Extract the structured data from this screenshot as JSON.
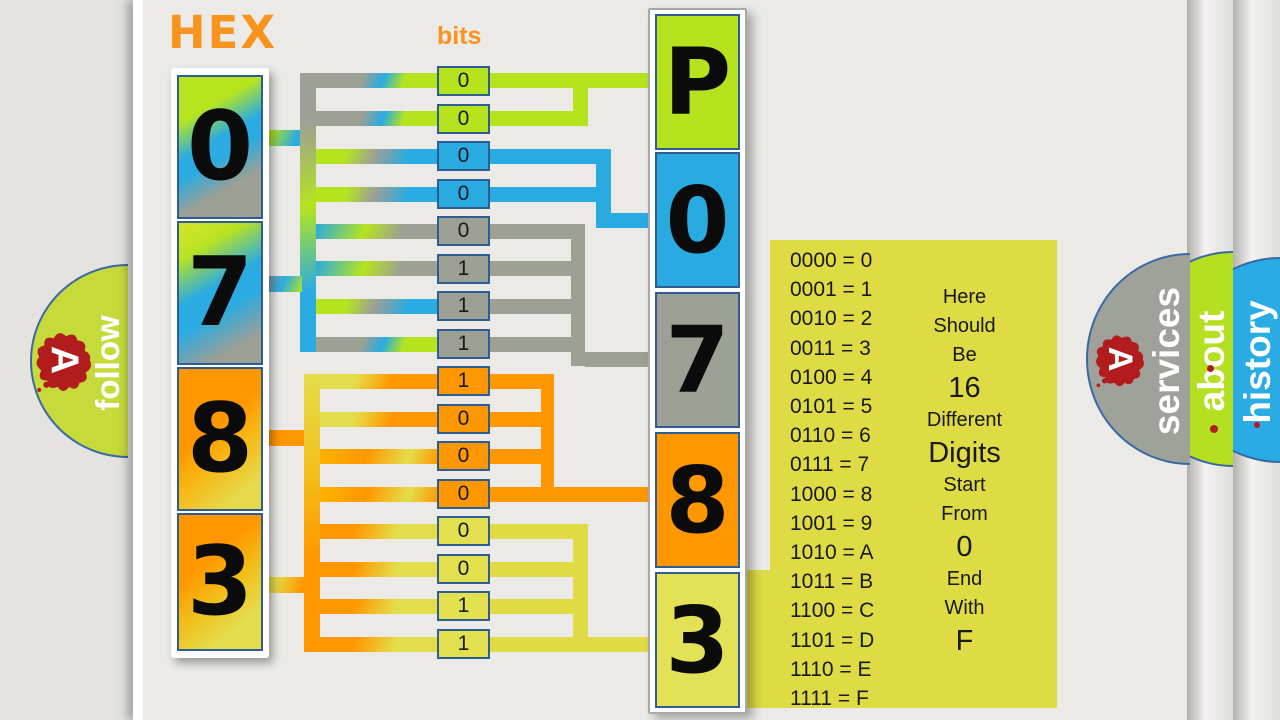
{
  "title": {
    "hex": "HEX",
    "bits": "bits"
  },
  "hex_column": {
    "digits": [
      "0",
      "7",
      "8",
      "3"
    ]
  },
  "bits_column": {
    "values": [
      "0",
      "0",
      "0",
      "0",
      "0",
      "1",
      "1",
      "1",
      "1",
      "0",
      "0",
      "0",
      "0",
      "0",
      "1",
      "1"
    ]
  },
  "dtc_column": {
    "chars": [
      "P",
      "0",
      "7",
      "8",
      "3"
    ]
  },
  "conversion_table": {
    "rows": [
      "0000 = 0",
      "0001 = 1",
      "0010 = 2",
      "0011 = 3",
      "0100 = 4",
      "0101 = 5",
      "0110 = 6",
      "0111 = 7",
      "1000 = 8",
      "1001 = 9",
      "1010 = A",
      "1011 = B",
      "1100 = C",
      "1101 = D",
      "1110 = E",
      "1111 = F"
    ]
  },
  "note": {
    "lines": [
      "Here",
      "Should",
      "Be",
      "16",
      "Different",
      "Digits",
      "Start",
      "From",
      "0",
      "End",
      "With",
      "F"
    ]
  },
  "tabs": {
    "follow": "follow",
    "services": "services",
    "about": "about",
    "history": "history",
    "logo_letter": "A"
  },
  "colors": {
    "green": "#b5e41e",
    "blue": "#29abe2",
    "gray": "#9da094",
    "orange": "#ff9800",
    "yellow": "#e2dd4a",
    "accent_text": "#f7941d",
    "logo_red": "#b21c1c",
    "box_border": "#2e5c94"
  }
}
